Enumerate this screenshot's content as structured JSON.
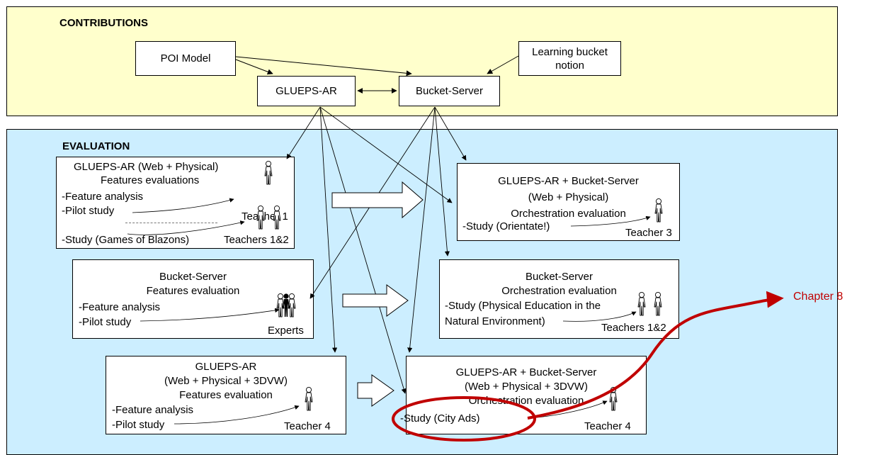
{
  "contributions": {
    "title": "CONTRIBUTIONS",
    "poi_model": "POI Model",
    "learning_bucket": [
      "Learning bucket",
      "notion"
    ],
    "glueps_ar": "GLUEPS-AR",
    "bucket_server": "Bucket-Server"
  },
  "evaluation": {
    "title": "EVALUATION",
    "box1": {
      "lines": [
        "GLUEPS-AR (Web + Physical)",
        "Features evaluations",
        "-Feature analysis",
        "-Pilot study",
        "-Study (Games of Blazons)"
      ],
      "teacher_a": "Teacher 1",
      "teacher_b": "Teachers 1&2"
    },
    "box2": {
      "lines": [
        "GLUEPS-AR + Bucket-Server",
        "(Web + Physical)",
        "Orchestration evaluation",
        "-Study (Orientate!)"
      ],
      "teacher": "Teacher 3"
    },
    "box3": {
      "lines": [
        "Bucket-Server",
        "Features evaluation",
        "-Feature analysis",
        "-Pilot study"
      ],
      "experts": "Experts"
    },
    "box4": {
      "lines": [
        "Bucket-Server",
        "Orchestration evaluation",
        "-Study (Physical Education in the",
        "Natural Environment)"
      ],
      "teacher": "Teachers 1&2"
    },
    "box5": {
      "lines": [
        "GLUEPS-AR",
        "(Web + Physical + 3DVW)",
        "Features evaluation",
        "-Feature analysis",
        "-Pilot study"
      ],
      "teacher": "Teacher 4"
    },
    "box6": {
      "lines": [
        "GLUEPS-AR + Bucket-Server",
        "(Web + Physical + 3DVW)",
        "Orchestration evaluation",
        "-Study (City Ads)"
      ],
      "teacher": "Teacher 4"
    }
  },
  "chapter_label": "Chapter 8",
  "colors": {
    "contrib_bg": "#ffffcc",
    "eval_bg": "#cceeff",
    "highlight": "#c00000"
  }
}
